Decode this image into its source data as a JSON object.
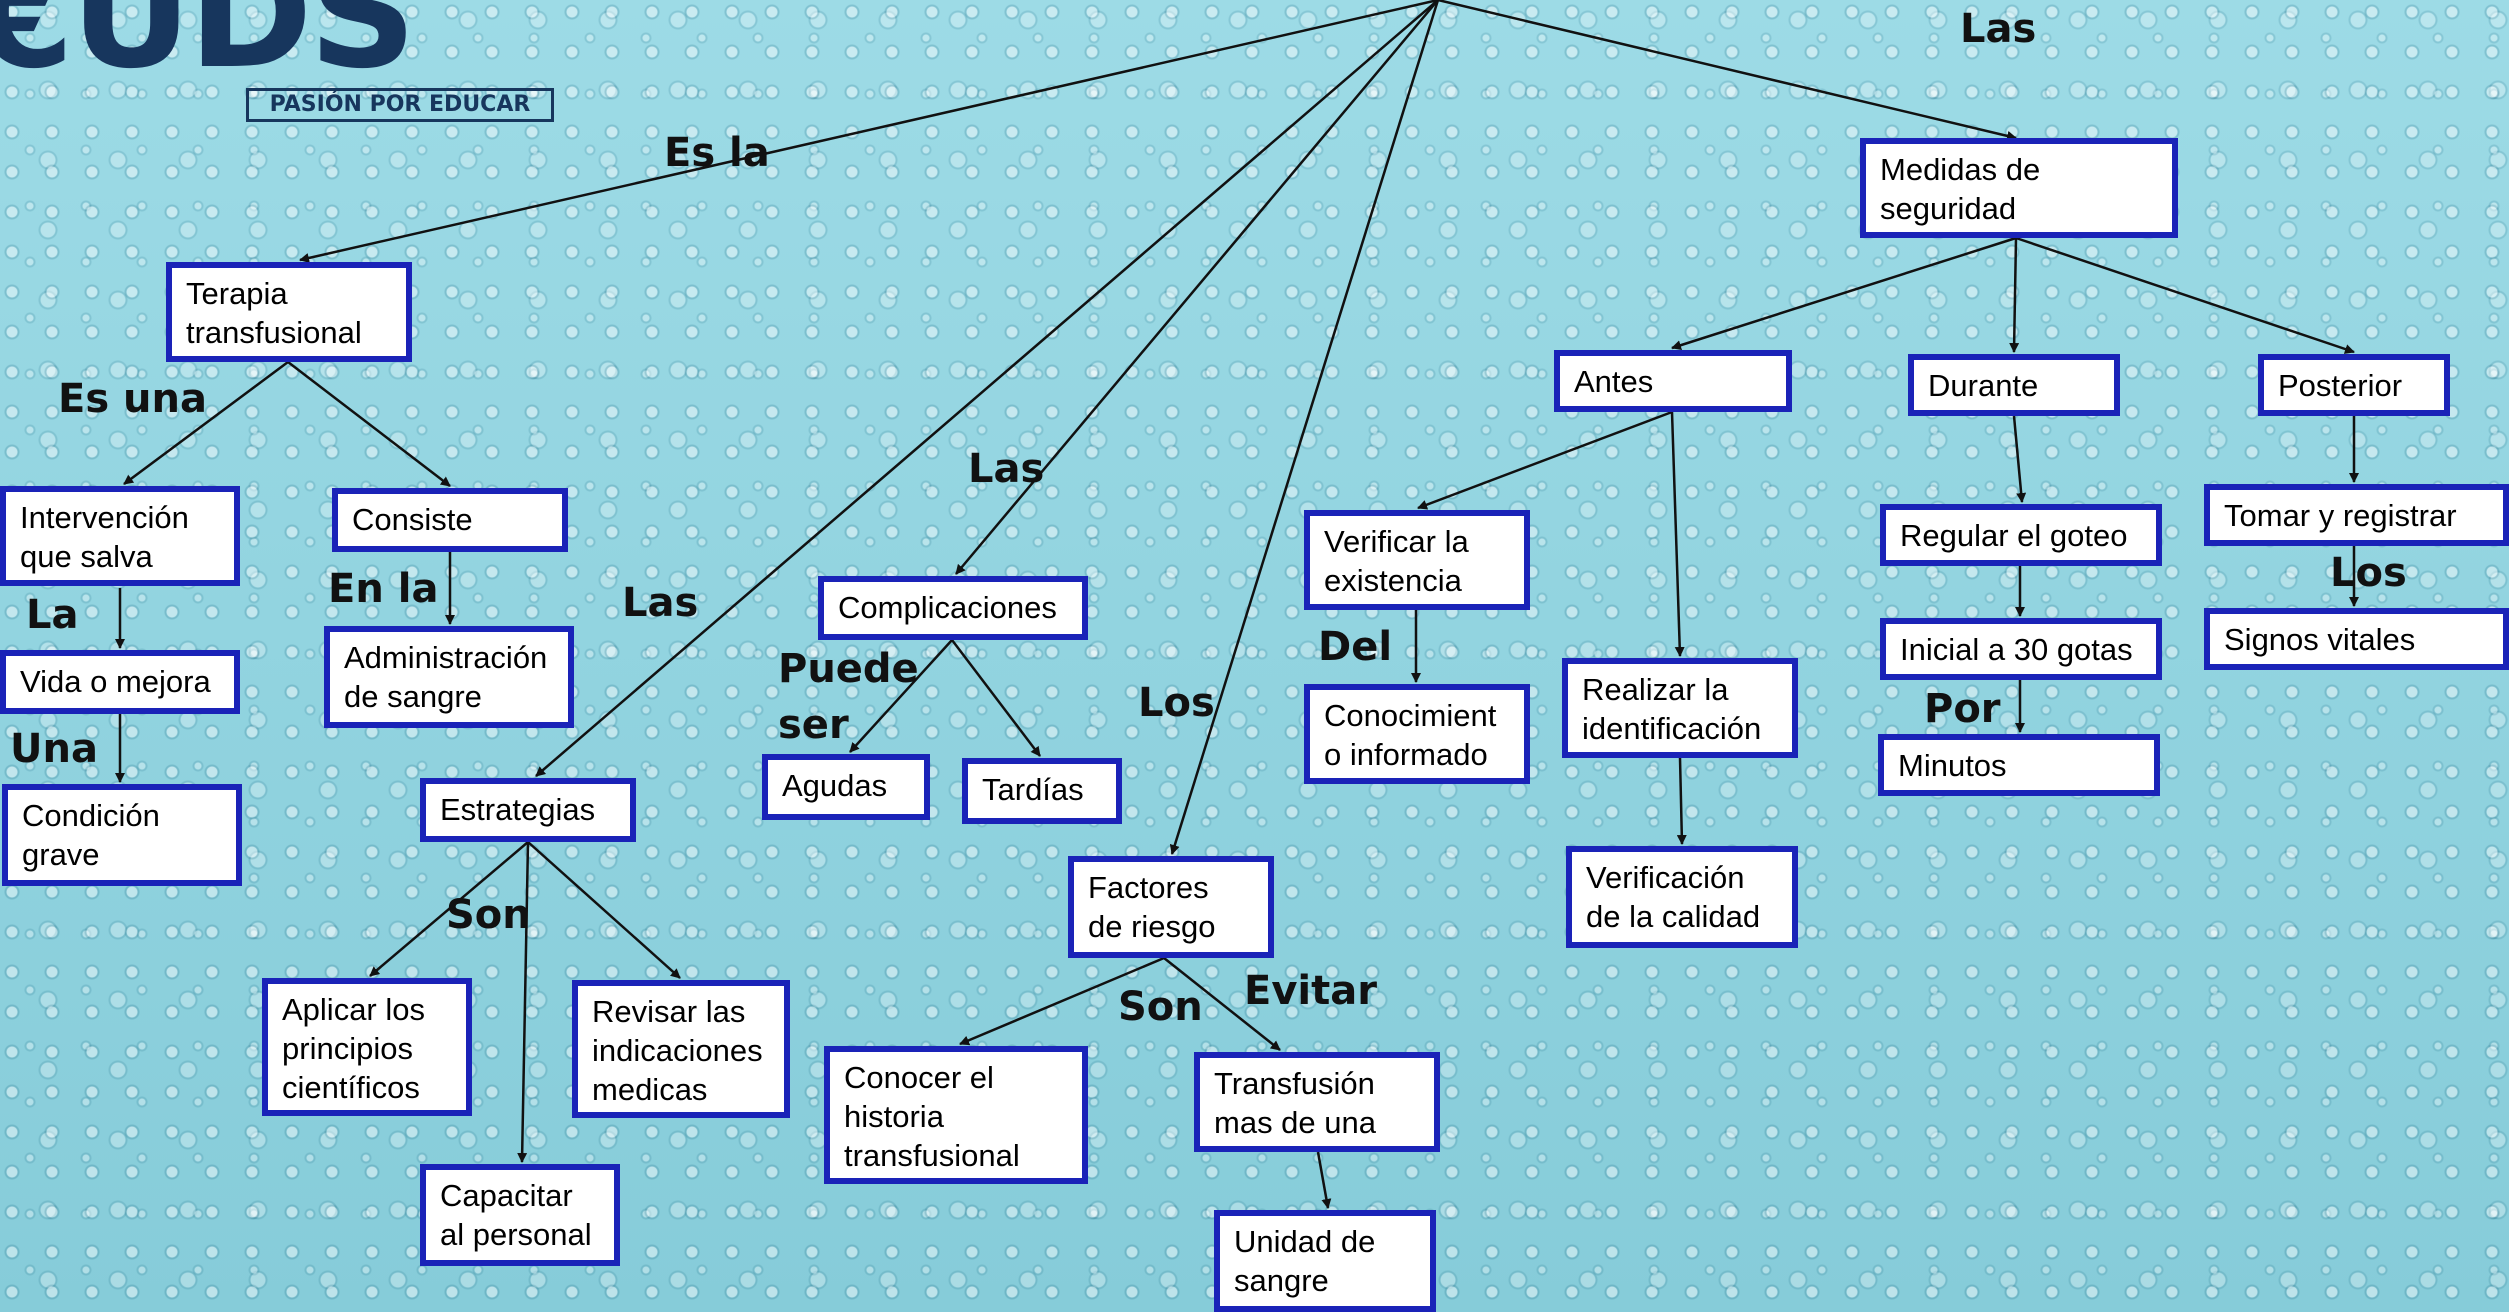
{
  "logo": {
    "mark": "€UDS",
    "tagline": "PASIÓN POR EDUCAR"
  },
  "nodes": {
    "terapia": "Terapia\ntransfusional",
    "intervencion": "Intervención\nque salva",
    "vida": "Vida o mejora",
    "condicion": "Condición\ngrave",
    "consiste": "Consiste",
    "administracion": "Administración\nde sangre",
    "estrategias": "Estrategias",
    "aplicar": "Aplicar los\nprincipios\ncientíficos",
    "revisar": "Revisar las\nindicaciones\nmedicas",
    "capacitar": "Capacitar\nal personal",
    "complicaciones": "Complicaciones",
    "agudas": "Agudas",
    "tardias": "Tardías",
    "factores": "Factores\nde riesgo",
    "conocer": "Conocer el\nhistoria\ntransfusional",
    "transfusion": "Transfusión\nmas  de una",
    "unidad": "Unidad de\nsangre",
    "medidas": "Medidas de\nseguridad",
    "antes": "Antes",
    "durante": "Durante",
    "posterior": "Posterior",
    "verificar": "Verificar la\nexistencia",
    "conocimiento": "Conocimient\no informado",
    "realizar": "Realizar la\nidentificación",
    "verificacion": "Verificación\nde la calidad",
    "regular": "Regular el goteo",
    "inicial": "Inicial a 30 gotas",
    "minutos": "Minutos",
    "tomar": "Tomar y registrar",
    "signos": "Signos vitales"
  },
  "labels": {
    "es_la": "Es la",
    "las_top": "Las",
    "es_una": "Es una",
    "la": "La",
    "una": "Una",
    "en_la": "En la",
    "las_left": "Las",
    "las_mid": "Las",
    "puede": "Puede",
    "ser": "ser",
    "los_mid": "Los",
    "son_left": "Son",
    "son_mid": "Son",
    "evitar": "Evitar",
    "del": "Del",
    "por": "Por",
    "los_right": "Los"
  },
  "colors": {
    "box_border": "#1a23b8",
    "line": "#111111",
    "logo": "#17365d",
    "background": "#8fd3df"
  }
}
